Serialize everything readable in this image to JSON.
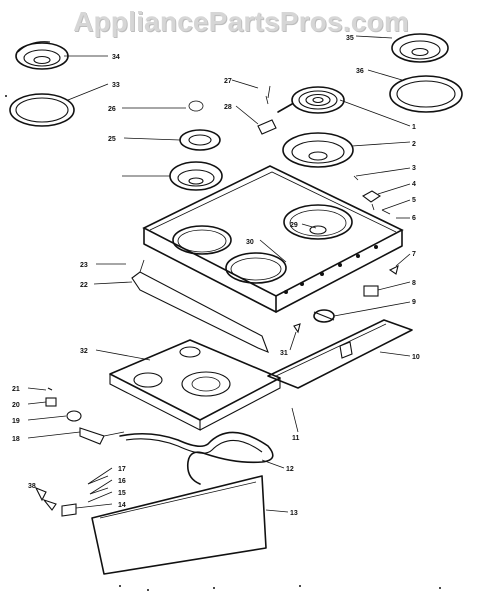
{
  "watermark": "AppliancePartsPros.com",
  "callouts": {
    "c1": "1",
    "c2": "2",
    "c3": "3",
    "c4": "4",
    "c5": "5",
    "c6": "6",
    "c7": "7",
    "c8": "8",
    "c9": "9",
    "c10": "10",
    "c11": "11",
    "c12": "12",
    "c13": "13",
    "c14": "14",
    "c15": "15",
    "c16": "16",
    "c17": "17",
    "c18": "18",
    "c19": "19",
    "c20": "20",
    "c21": "21",
    "c22": "22",
    "c23": "23",
    "c25": "25",
    "c26": "26",
    "c27": "27",
    "c28": "28",
    "c29": "29",
    "c30": "30",
    "c31": "31",
    "c32": "32",
    "c33": "33",
    "c34": "34",
    "c35": "35",
    "c36": "36",
    "c38": "38"
  }
}
